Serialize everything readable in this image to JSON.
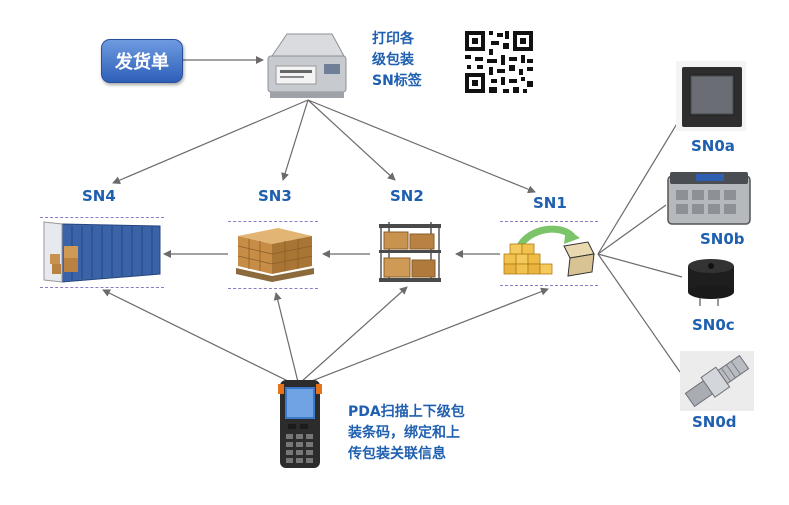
{
  "shipping_order": {
    "label": "发货单"
  },
  "print_note": {
    "lines": [
      "打印各",
      "级包装",
      "SN标签"
    ]
  },
  "levels": {
    "sn4": "SN4",
    "sn3": "SN3",
    "sn2": "SN2",
    "sn1": "SN1"
  },
  "components": {
    "sn0a": "SN0a",
    "sn0b": "SN0b",
    "sn0c": "SN0c",
    "sn0d": "SN0d"
  },
  "pda_note": {
    "lines": [
      "PDA扫描上下级包",
      "装条码，绑定和上",
      "传包装关联信息"
    ]
  },
  "colors": {
    "label_blue": "#1f5fb0",
    "button_blue": "#3f6fc4",
    "dash_purple": "#8a7cc7",
    "arrow_gray": "#6b6b6b"
  }
}
